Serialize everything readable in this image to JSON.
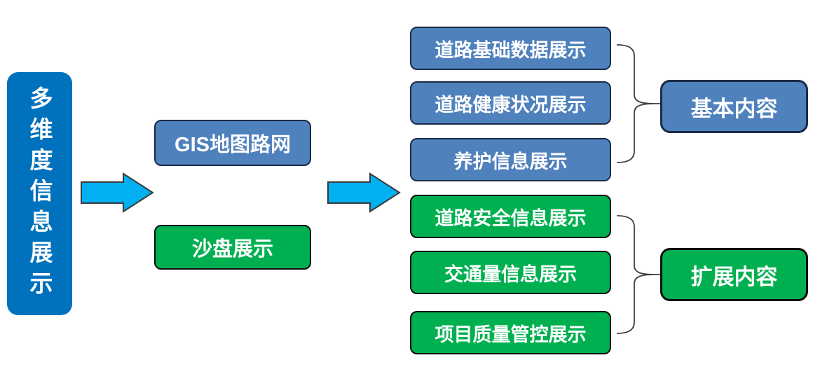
{
  "diagram": {
    "root": {
      "label": "多维度信息展示"
    },
    "level2": [
      {
        "label": "GIS地图路网",
        "style": "blue"
      },
      {
        "label": "沙盘展示",
        "style": "green"
      }
    ],
    "groups": {
      "basic": {
        "group_label": "基本内容",
        "style": "blue",
        "items": [
          {
            "label": "道路基础数据展示"
          },
          {
            "label": "道路健康状况展示"
          },
          {
            "label": "养护信息展示"
          }
        ]
      },
      "extended": {
        "group_label": "扩展内容",
        "style": "green",
        "items": [
          {
            "label": "道路安全信息展示"
          },
          {
            "label": "交通量信息展示"
          },
          {
            "label": "项目质量管控展示"
          }
        ]
      }
    },
    "colors": {
      "root_blue": "#0071BC",
      "node_blue": "#4F81BD",
      "node_green": "#00B050",
      "arrow_cyan": "#00B0F0",
      "outline_dark": "#1b2b45",
      "text_white": "#ffffff"
    }
  }
}
